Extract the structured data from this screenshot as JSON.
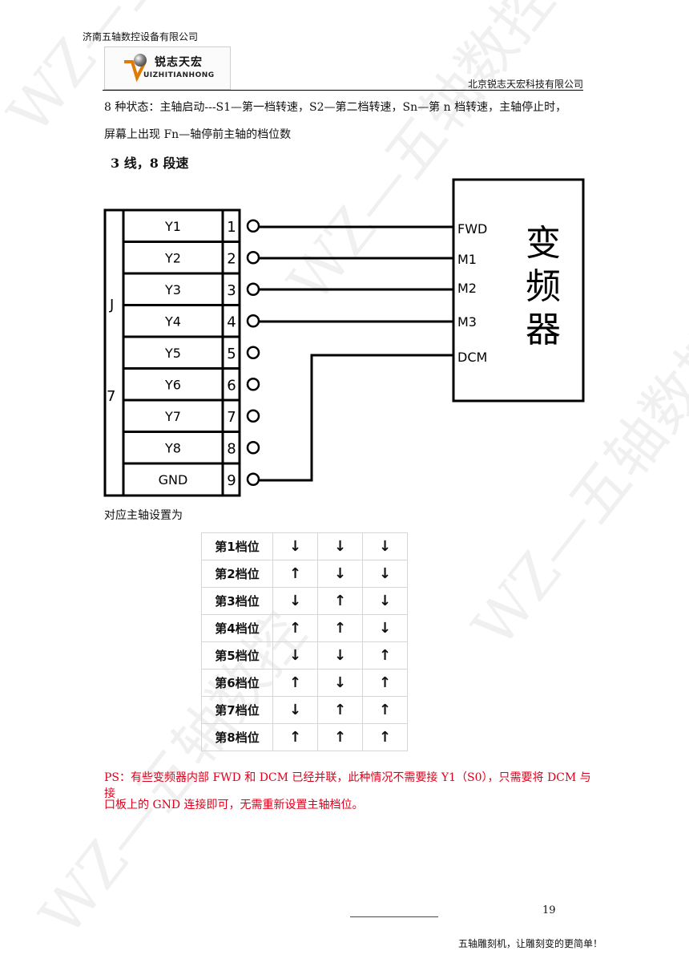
{
  "header": {
    "company_top": "济南五轴数控设备有限公司",
    "logo_cn": "锐志天宏",
    "logo_en": "UIZHITIANHONG",
    "company_right": "北京锐志天宏科技有限公司"
  },
  "intro": {
    "line1": "8 种状态：主轴启动---S1—第一档转速，S2—第二档转速，Sn—第 n 档转速，主轴停止时，",
    "line2": "屏幕上出现 Fn—轴停前主轴的档位数"
  },
  "section_heading": "3 线，8 段速",
  "diagram": {
    "side_label_top": "J",
    "side_label_bottom": "7",
    "signals": [
      "Y1",
      "Y2",
      "Y3",
      "Y4",
      "Y5",
      "Y6",
      "Y7",
      "Y8",
      "GND"
    ],
    "pins": [
      "1",
      "2",
      "3",
      "4",
      "5",
      "6",
      "7",
      "8",
      "9"
    ],
    "vfd_terminals": [
      "FWD",
      "M1",
      "M2",
      "M3",
      "DCM"
    ],
    "vfd_label_1": "变",
    "vfd_label_2": "频",
    "vfd_label_3": "器"
  },
  "table_intro": "对应主轴设置为",
  "gear_table": {
    "rows": [
      {
        "label": "第1档位",
        "arrows": [
          "down",
          "down",
          "down"
        ]
      },
      {
        "label": "第2档位",
        "arrows": [
          "up",
          "down",
          "down"
        ]
      },
      {
        "label": "第3档位",
        "arrows": [
          "down",
          "up",
          "down"
        ]
      },
      {
        "label": "第4档位",
        "arrows": [
          "up",
          "up",
          "down"
        ]
      },
      {
        "label": "第5档位",
        "arrows": [
          "down",
          "down",
          "up"
        ]
      },
      {
        "label": "第6档位",
        "arrows": [
          "up",
          "down",
          "up"
        ]
      },
      {
        "label": "第7档位",
        "arrows": [
          "down",
          "up",
          "up"
        ]
      },
      {
        "label": "第8档位",
        "arrows": [
          "up",
          "up",
          "up"
        ]
      }
    ]
  },
  "ps": {
    "line1": "PS：有些变频器内部 FWD 和 DCM 已经并联，此种情况不需要接 Y1（S0），只需要将 DCM 与接",
    "line2": "口板上的 GND 连接即可，无需重新设置主轴档位。",
    "color": "#e0001b"
  },
  "footer": {
    "page_number": "19",
    "slogan": "五轴雕刻机，让雕刻变的更简单！"
  },
  "watermark_text": "WZ—五轴数控"
}
